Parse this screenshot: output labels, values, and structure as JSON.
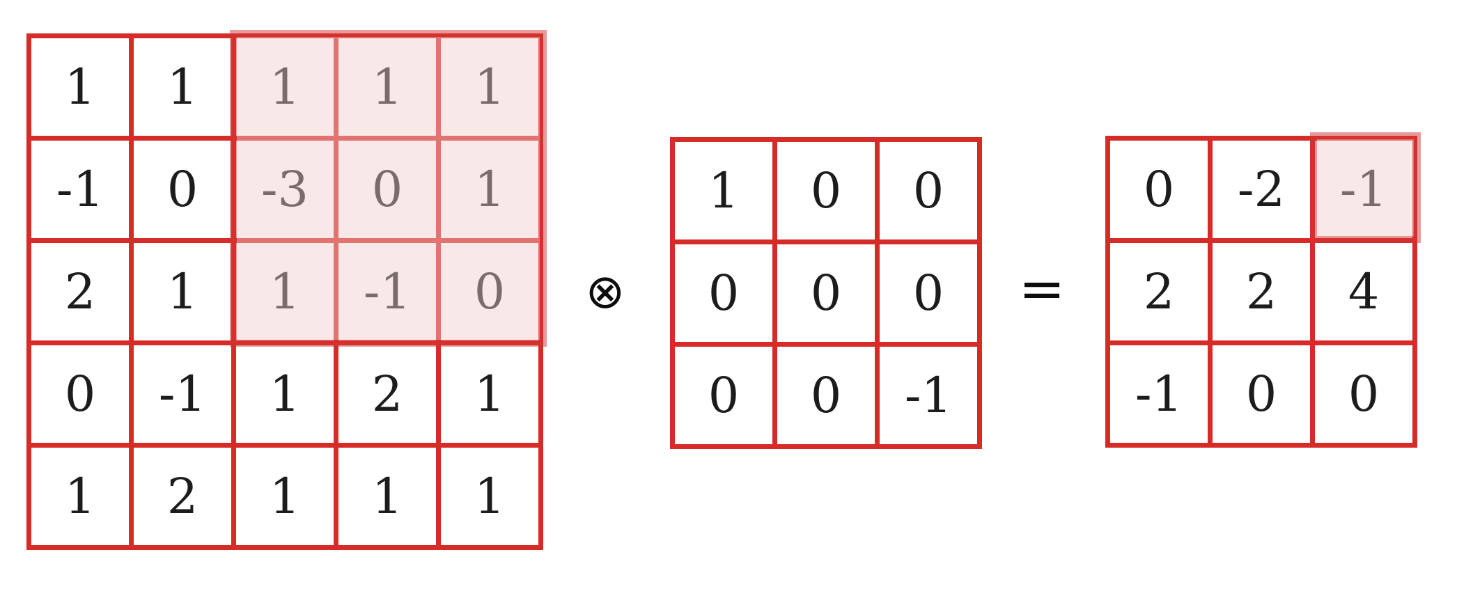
{
  "operators": {
    "convolution": "⊗",
    "equals": "="
  },
  "input_matrix": {
    "rows": [
      [
        "1",
        "1",
        "1",
        "1",
        "1"
      ],
      [
        "-1",
        "0",
        "-3",
        "0",
        "1"
      ],
      [
        "2",
        "1",
        "1",
        "-1",
        "0"
      ],
      [
        "0",
        "-1",
        "1",
        "2",
        "1"
      ],
      [
        "1",
        "2",
        "1",
        "1",
        "1"
      ]
    ],
    "highlight": {
      "row_start": 1,
      "row_end": 3,
      "col_start": 3,
      "col_end": 5
    }
  },
  "kernel_matrix": {
    "rows": [
      [
        "1",
        "0",
        "0"
      ],
      [
        "0",
        "0",
        "0"
      ],
      [
        "0",
        "0",
        "-1"
      ]
    ]
  },
  "output_matrix": {
    "rows": [
      [
        "0",
        "-2",
        "-1"
      ],
      [
        "2",
        "2",
        "4"
      ],
      [
        "-1",
        "0",
        "0"
      ]
    ],
    "highlight": {
      "row": 1,
      "col": 3
    }
  },
  "colors": {
    "grid_red": "#d62b27",
    "text": "#1c1c1c",
    "highlight_fill": "rgba(240,205,205,0.45)",
    "highlight_border": "rgba(209,53,53,0.5)",
    "dimmed_text_appearance": "#5c4e4e"
  }
}
